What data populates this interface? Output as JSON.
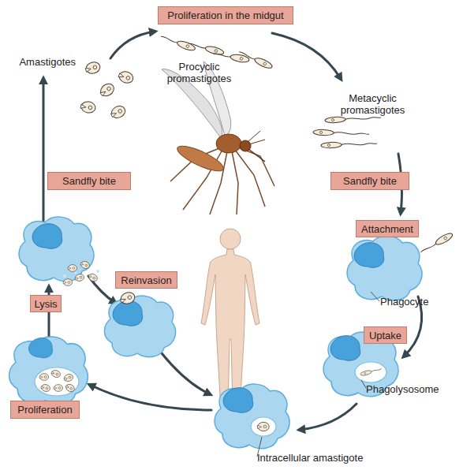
{
  "diagram": {
    "nodes": [
      {
        "text": [
          "Proliferation in the midgut"
        ]
      },
      {
        "text": [
          "Sandfly bite"
        ]
      },
      {
        "text": [
          "Sandfly bite"
        ]
      },
      {
        "text": [
          "Attachment"
        ]
      },
      {
        "text": [
          "Reinvasion"
        ]
      },
      {
        "text": [
          "Lysis"
        ]
      },
      {
        "text": [
          "Uptake"
        ]
      },
      {
        "text": [
          "Proliferation"
        ]
      }
    ],
    "labels": [
      "Amastigotes",
      "Procyclic promastigotes",
      "Metacyclic promastigotes",
      "Phagocyte",
      "Phagolysosome",
      "Intracellular amastigote"
    ]
  }
}
